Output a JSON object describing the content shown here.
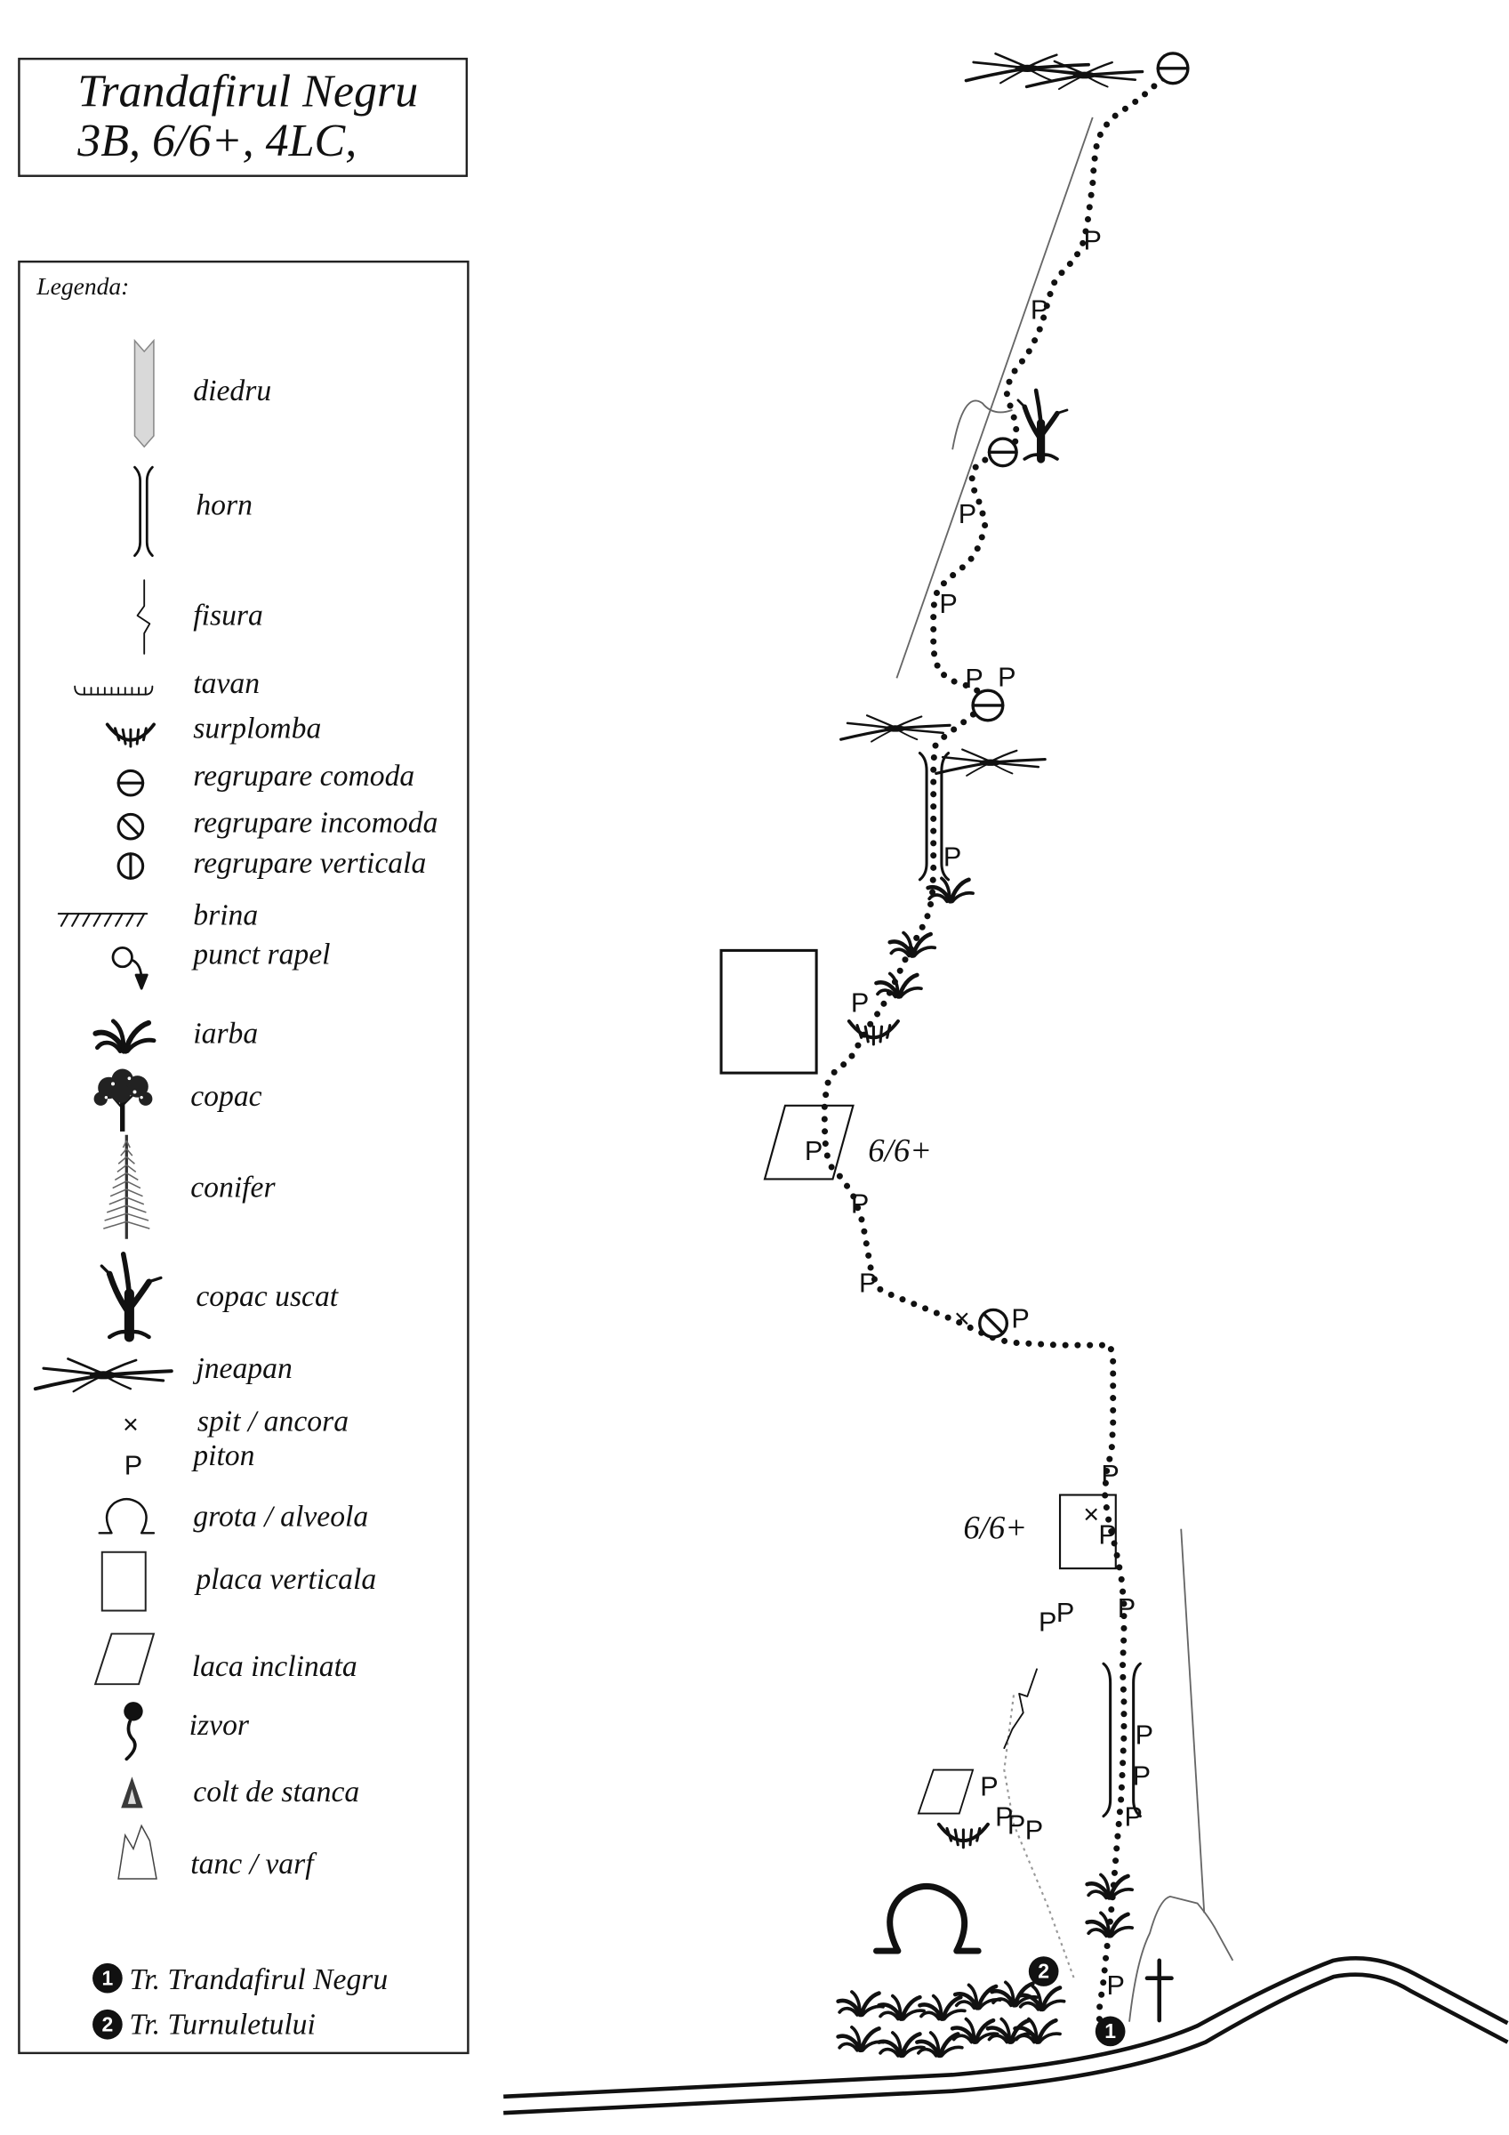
{
  "title": {
    "name": "Trandafirul Negru",
    "grades": "3B, 6/6+, 4LC,"
  },
  "legend": {
    "heading": "Legenda:",
    "items": [
      {
        "icon": "dihedral-icon",
        "label": "diedru"
      },
      {
        "icon": "chimney-icon",
        "label": "horn"
      },
      {
        "icon": "crack-icon",
        "label": "fisura"
      },
      {
        "icon": "roof-icon",
        "label": "tavan"
      },
      {
        "icon": "overhang-icon",
        "label": "surplomba"
      },
      {
        "icon": "belay-comfortable-icon",
        "label": "regrupare comoda"
      },
      {
        "icon": "belay-uncomfortable-icon",
        "label": "regrupare incomoda"
      },
      {
        "icon": "belay-hanging-icon",
        "label": "regrupare verticala"
      },
      {
        "icon": "ledge-icon",
        "label": "brina"
      },
      {
        "icon": "rappel-point-icon",
        "label": "punct rapel"
      },
      {
        "icon": "grass-icon",
        "label": "iarba"
      },
      {
        "icon": "tree-icon",
        "label": "copac"
      },
      {
        "icon": "conifer-icon",
        "label": "conifer"
      },
      {
        "icon": "dead-tree-icon",
        "label": "copac uscat"
      },
      {
        "icon": "dwarf-pine-icon",
        "label": "jneapan"
      },
      {
        "icon": "bolt-icon",
        "label": "spit / ancora",
        "symbol": "×"
      },
      {
        "icon": "piton-icon",
        "label": "piton",
        "symbol": "P"
      },
      {
        "icon": "cave-icon",
        "label": "grota / alveola"
      },
      {
        "icon": "vertical-slab-icon",
        "label": "placa verticala"
      },
      {
        "icon": "inclined-slab-icon",
        "label": "laca inclinata"
      },
      {
        "icon": "spring-icon",
        "label": "izvor"
      },
      {
        "icon": "rock-spike-icon",
        "label": "colt de stanca"
      },
      {
        "icon": "pinnacle-icon",
        "label": "tanc / varf"
      }
    ],
    "routes": [
      {
        "number": "1",
        "name": "Tr. Trandafirul Negru"
      },
      {
        "number": "2",
        "name": "Tr. Turnuletului"
      }
    ]
  },
  "topo": {
    "piton_marker": "P",
    "bolt_marker": "×",
    "grade_labels": [
      "6/6+",
      "6/6+"
    ],
    "route_numbers": [
      "1",
      "2"
    ]
  }
}
